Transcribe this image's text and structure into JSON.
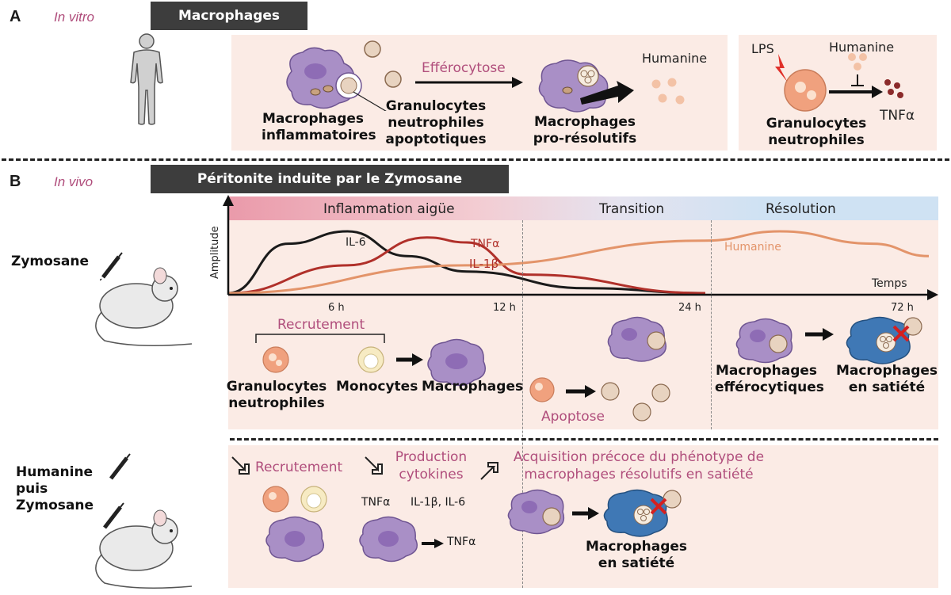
{
  "panel_a": {
    "letter": "A",
    "subtitle": "In vitro",
    "header": "Macrophages",
    "inflammatory_label": "Macrophages inflammatoires",
    "apoptotic_label": "Granulocytes neutrophiles apoptotiques",
    "efferocytosis_label": "Efférocytose",
    "proresolving_label": "Macrophages pro-résolutifs",
    "humanin_label": "Humanine",
    "lps_label": "LPS",
    "humanin2_label": "Humanine",
    "tnfa_label": "TNFα",
    "neutrophils_label": "Granulocytes neutrophiles"
  },
  "panel_b": {
    "letter": "B",
    "subtitle": "In vivo",
    "header": "Péritonite induite par le Zymosane",
    "zymosane_label": "Zymosane",
    "humanin_mouse_label": "Humanine puis Zymosane",
    "phases": [
      "Inflammation aigüe",
      "Transition",
      "Résolution"
    ],
    "chart_labels": {
      "y_axis": "Amplitude",
      "x_axis": "Temps",
      "il6": "IL-6",
      "tnfa": "TNFα",
      "il1b": "IL-1β",
      "humanin": "Humanine",
      "ticks": [
        "6 h",
        "12 h",
        "24 h",
        "72 h"
      ]
    },
    "recruitment_label": "Recrutement",
    "neutrophils_label": "Granulocytes neutrophiles",
    "monocytes_label": "Monocytes",
    "macrophages_label": "Macrophages",
    "apoptosis_label": "Apoptose",
    "efferocytic_label": "Macrophages efférocytiques",
    "satiated_label": "Macrophages en satiété",
    "recruitment2_label": "Recrutement",
    "cytokine_prod_label": "Production cytokines",
    "acquisition_label": "Acquisition précoce du phénotype de macrophages résolutifs en satiété",
    "tnfa_small": "TNFα",
    "il1b_il6_small": "IL-1β, IL-6",
    "tnfa_out": "TNFα",
    "satiated2_label": "Macrophages en satiété"
  },
  "colors": {
    "macrophage": "#a98fc6",
    "macrophage_nucleus": "#8e6cb5",
    "satiated": "#3f78b5",
    "peach_bg": "#fbebe5",
    "il6": "#1a1a1a",
    "tnfa": "#b0302a",
    "humanin": "#e3946a",
    "neutrophil": "#f0a17e",
    "monocyte": "#f7ebc3",
    "accent": "#b04e7c"
  },
  "chart_data": {
    "type": "line",
    "xlabel": "Temps",
    "ylabel": "Amplitude",
    "x_ticks": [
      "6 h",
      "12 h",
      "24 h",
      "72 h"
    ],
    "series": [
      {
        "name": "IL-6",
        "points": [
          [
            0,
            0
          ],
          [
            3,
            0.8
          ],
          [
            6,
            1.0
          ],
          [
            9,
            0.6
          ],
          [
            12,
            0.35
          ],
          [
            18,
            0.08
          ],
          [
            24,
            0.0
          ]
        ]
      },
      {
        "name": "TNFα / IL-1β",
        "points": [
          [
            0,
            0
          ],
          [
            6,
            0.45
          ],
          [
            10,
            0.9
          ],
          [
            12,
            0.82
          ],
          [
            15,
            0.3
          ],
          [
            24,
            0.0
          ]
        ]
      },
      {
        "name": "Humanine",
        "points": [
          [
            0,
            0
          ],
          [
            12,
            0.45
          ],
          [
            24,
            0.85
          ],
          [
            40,
            1.0
          ],
          [
            60,
            0.8
          ],
          [
            72,
            0.6
          ]
        ]
      }
    ]
  }
}
